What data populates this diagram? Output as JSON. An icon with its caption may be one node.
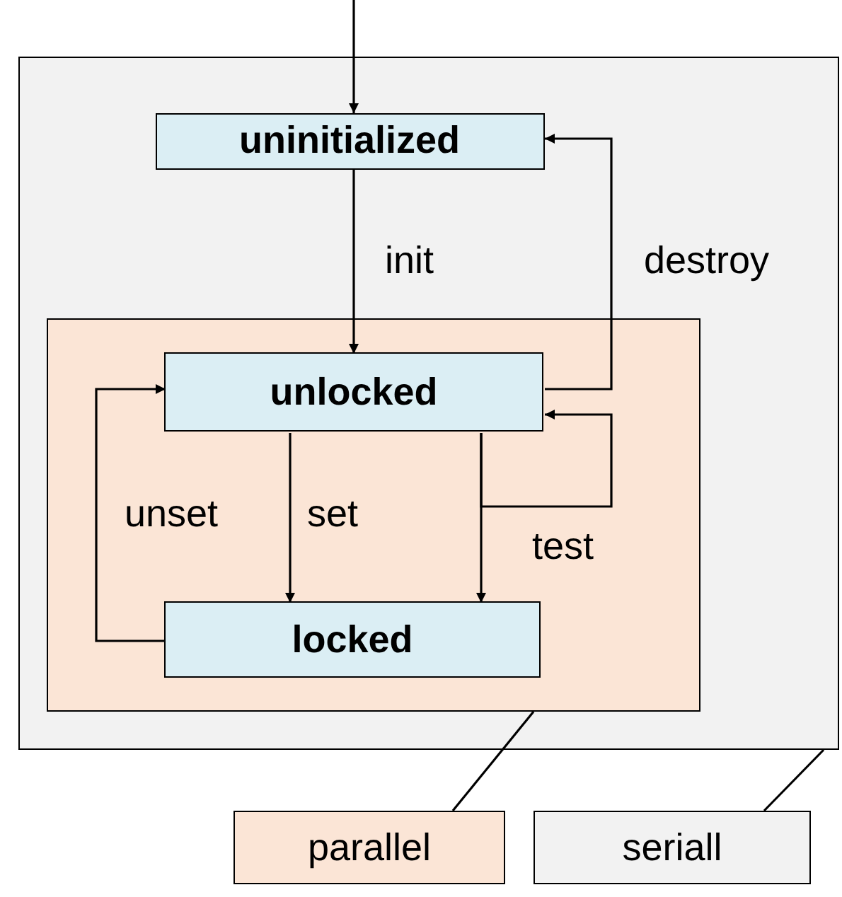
{
  "diagram": {
    "nodes": [
      {
        "text": [],
        "shape": "box"
      },
      {
        "text": [
          "uninitialized"
        ],
        "in": 0
      },
      {
        "text": [],
        "shape": "box",
        "in": 0
      },
      {
        "text": [
          "unlocked"
        ],
        "in": 2
      },
      {
        "text": [
          "locked"
        ],
        "in": 2
      },
      {
        "text": [
          "parallel"
        ]
      },
      {
        "text": [
          "seriall"
        ]
      }
    ],
    "edges": [
      {
        "from": null,
        "to": 1,
        "arrow": "to"
      },
      {
        "from": 1,
        "to": 3,
        "arrow": "to",
        "label": "init"
      },
      {
        "from": 3,
        "to": 1,
        "arrow": "to",
        "label": "destroy"
      },
      {
        "from": 3,
        "to": 4,
        "arrow": "to",
        "label": "set"
      },
      {
        "from": 4,
        "to": 3,
        "arrow": "to",
        "label": "unset"
      },
      {
        "from": 3,
        "to": 4,
        "arrow": "to"
      },
      {
        "from": 3,
        "to": 3,
        "arrow": "to",
        "label": "test"
      },
      {
        "from": 5,
        "to": 2,
        "arrow": "none"
      },
      {
        "from": 6,
        "to": 0,
        "arrow": "none"
      }
    ]
  }
}
